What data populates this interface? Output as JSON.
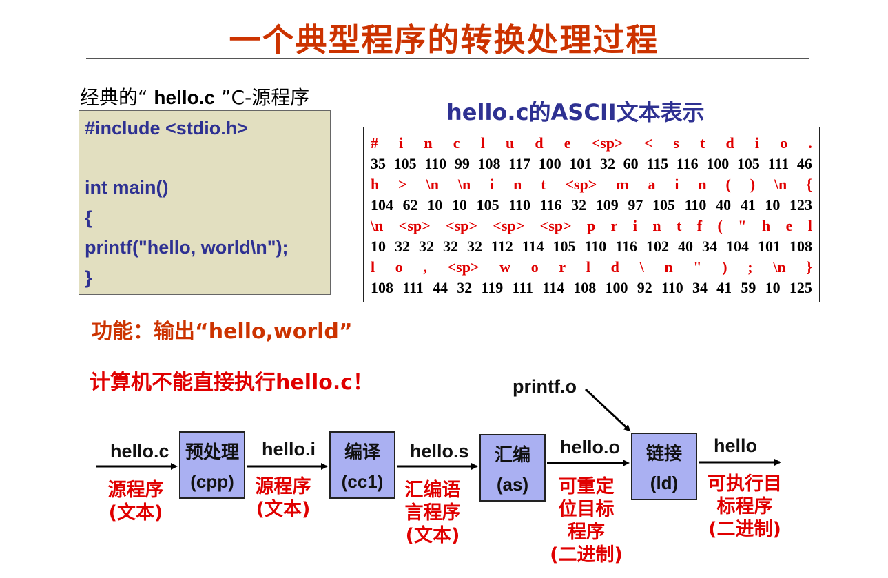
{
  "title": "一个典型程序的转换处理过程",
  "source_caption": {
    "prefix": "经典的“ ",
    "file": "hello.c",
    "suffix": " ”C-源程序"
  },
  "code_lines": [
    "#include <stdio.h>",
    "",
    "int main()",
    "{",
    "printf(\"hello, world\\n\");",
    "}"
  ],
  "ascii_title": "hello.c的ASCII文本表示",
  "ascii_rows": [
    {
      "chars": [
        "#",
        "i",
        "n",
        "c",
        "l",
        "u",
        "d",
        "e",
        "<sp>",
        "<",
        "s",
        "t",
        "d",
        "i",
        "o",
        "."
      ],
      "codes": [
        "35",
        "105",
        "110",
        "99",
        "108",
        "117",
        "100",
        "101",
        "32",
        "60",
        "115",
        "116",
        "100",
        "105",
        "111",
        "46"
      ]
    },
    {
      "chars": [
        "h",
        ">",
        "\\n",
        "\\n",
        "i",
        "n",
        "t",
        "<sp>",
        "m",
        "a",
        "i",
        "n",
        "(",
        ")",
        "\\n",
        "{"
      ],
      "codes": [
        "104",
        "62",
        "10",
        "10",
        "105",
        "110",
        "116",
        "32",
        "109",
        "97",
        "105",
        "110",
        "40",
        "41",
        "10",
        "123"
      ]
    },
    {
      "chars": [
        "\\n",
        "<sp>",
        "<sp>",
        "<sp>",
        "<sp>",
        "p",
        "r",
        "i",
        "n",
        "t",
        "f",
        "(",
        "\"",
        "h",
        "e",
        "l"
      ],
      "codes": [
        "10",
        "32",
        "32",
        "32",
        "32",
        "112",
        "114",
        "105",
        "110",
        "116",
        "102",
        "40",
        "34",
        "104",
        "101",
        "108"
      ]
    },
    {
      "chars": [
        "l",
        "o",
        ",",
        "<sp>",
        "w",
        "o",
        "r",
        "l",
        "d",
        "\\",
        "n",
        "\"",
        ")",
        ";",
        "\\n",
        "}"
      ],
      "codes": [
        "108",
        "111",
        "44",
        "32",
        "119",
        "111",
        "114",
        "108",
        "100",
        "92",
        "110",
        "34",
        "41",
        "59",
        "10",
        "125"
      ]
    }
  ],
  "function_text": "功能：输出“hello,world”",
  "warning_text": "计算机不能直接执行hello.c！",
  "flow": {
    "extra_input": "printf.o",
    "files": [
      {
        "name": "hello.c",
        "desc": [
          "源程序",
          "(文本)"
        ]
      },
      {
        "name": "hello.i",
        "desc": [
          "源程序",
          "(文本)"
        ]
      },
      {
        "name": "hello.s",
        "desc": [
          "汇编语",
          "言程序",
          "(文本)"
        ]
      },
      {
        "name": "hello.o",
        "desc": [
          "可重定",
          "位目标",
          "程序",
          "(二进制)"
        ]
      },
      {
        "name": "hello",
        "desc": [
          "可执行目",
          "标程序",
          "(二进制)"
        ]
      }
    ],
    "stages": [
      {
        "name": "预处理",
        "tool": "(cpp)"
      },
      {
        "name": "编译",
        "tool": "(cc1)"
      },
      {
        "name": "汇编",
        "tool": "(as)"
      },
      {
        "name": "链接",
        "tool": "(ld)"
      }
    ]
  }
}
